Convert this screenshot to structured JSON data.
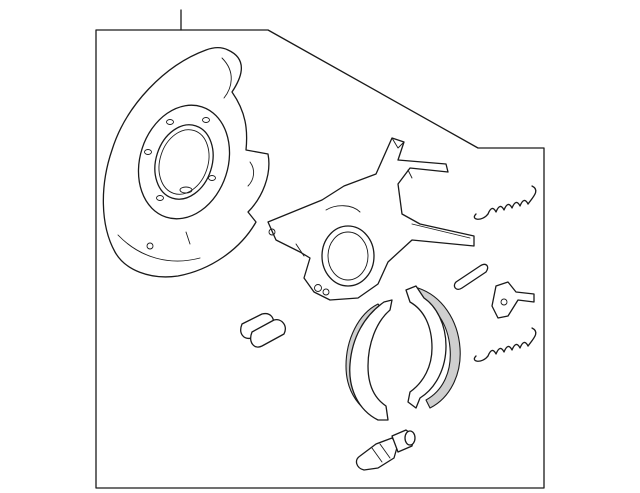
{
  "diagram": {
    "parts": [
      "backing-plate",
      "caliper-bracket",
      "brake-shoe-left",
      "brake-shoe-right",
      "upper-return-spring",
      "lower-return-spring",
      "adjuster-strut",
      "adjuster-lever",
      "shoe-hold-down-clips",
      "hold-down-pin"
    ],
    "colors": {
      "line": "#1a1a1a",
      "shade": "#cfcfcf",
      "background": "#ffffff"
    }
  }
}
